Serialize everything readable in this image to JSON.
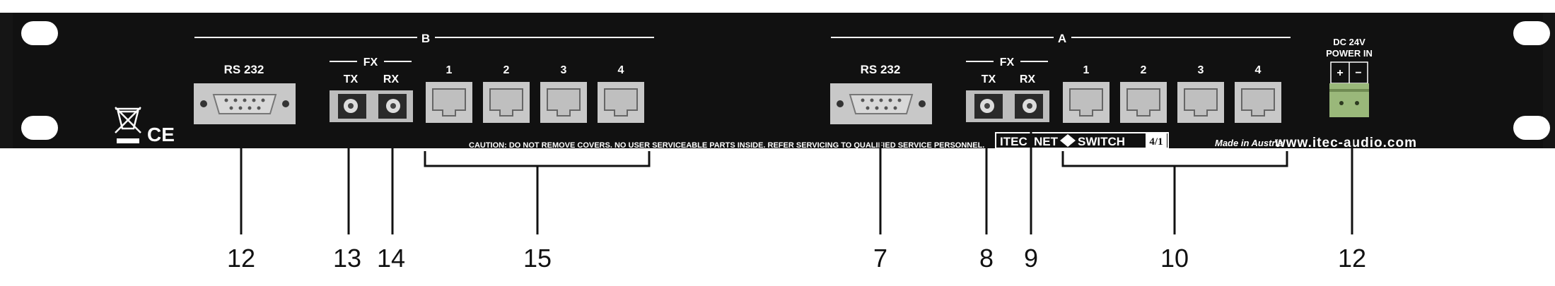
{
  "sections": {
    "b": "B",
    "a": "A"
  },
  "ports": {
    "rs232_b": "RS 232",
    "rs232_a": "RS 232",
    "fx_b": "FX",
    "fx_a": "FX",
    "tx_b": "TX",
    "rx_b": "RX",
    "tx_a": "TX",
    "rx_a": "RX",
    "eth_b": [
      "1",
      "2",
      "3",
      "4"
    ],
    "eth_a": [
      "1",
      "2",
      "3",
      "4"
    ]
  },
  "power": {
    "line1": "DC 24V",
    "line2": "POWER IN",
    "plus": "+",
    "minus": "−"
  },
  "caution": "CAUTION: DO NOT REMOVE COVERS. NO USER SERVICEABLE PARTS INSIDE. REFER SERVICING TO QUALIFIED SERVICE PERSONNEL.",
  "brand": {
    "name_left": "ITEC",
    "name_mid": "NET",
    "name_right": "SWITCH",
    "model": "4/1",
    "made_in": "Made in Austria",
    "url": "www.itec-audio.com"
  },
  "marks": {
    "ce": "CE"
  },
  "callouts": [
    "12",
    "13",
    "14",
    "15",
    "7",
    "8",
    "9",
    "10",
    "12"
  ],
  "colors": {
    "panel": "#111111",
    "ear": "#141414",
    "connector": "#c8c8c8",
    "terminal": "#9ab87a",
    "label": "#ffffff"
  }
}
